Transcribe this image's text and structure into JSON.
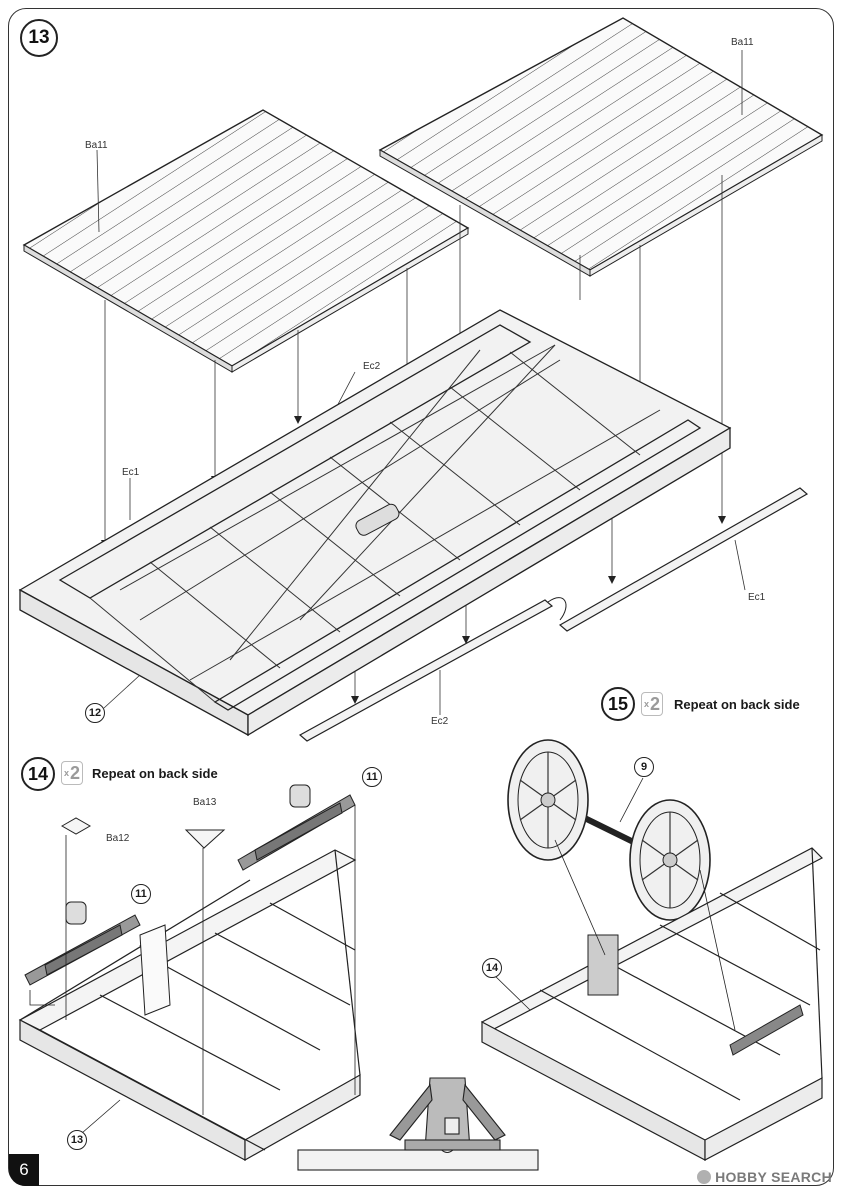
{
  "page": {
    "number": "6"
  },
  "steps": [
    {
      "num": "13"
    },
    {
      "num": "14",
      "multiplier": "2",
      "multiplier_prefix": "x",
      "repeat_text": "Repeat on back side"
    },
    {
      "num": "15",
      "multiplier": "2",
      "multiplier_prefix": "x",
      "repeat_text": "Repeat on back side"
    }
  ],
  "labels": {
    "ba11_left": "Ba11",
    "ba11_right": "Ba11",
    "ec2_top": "Ec2",
    "ec1_left": "Ec1",
    "ec1_right": "Ec1",
    "ec2_bottom": "Ec2",
    "ba13": "Ba13",
    "ba12": "Ba12"
  },
  "callouts": {
    "c12": "12",
    "c11_a": "11",
    "c11_b": "11",
    "c13": "13",
    "c9": "9",
    "c14": "14"
  },
  "watermark": "HOBBY SEARCH"
}
